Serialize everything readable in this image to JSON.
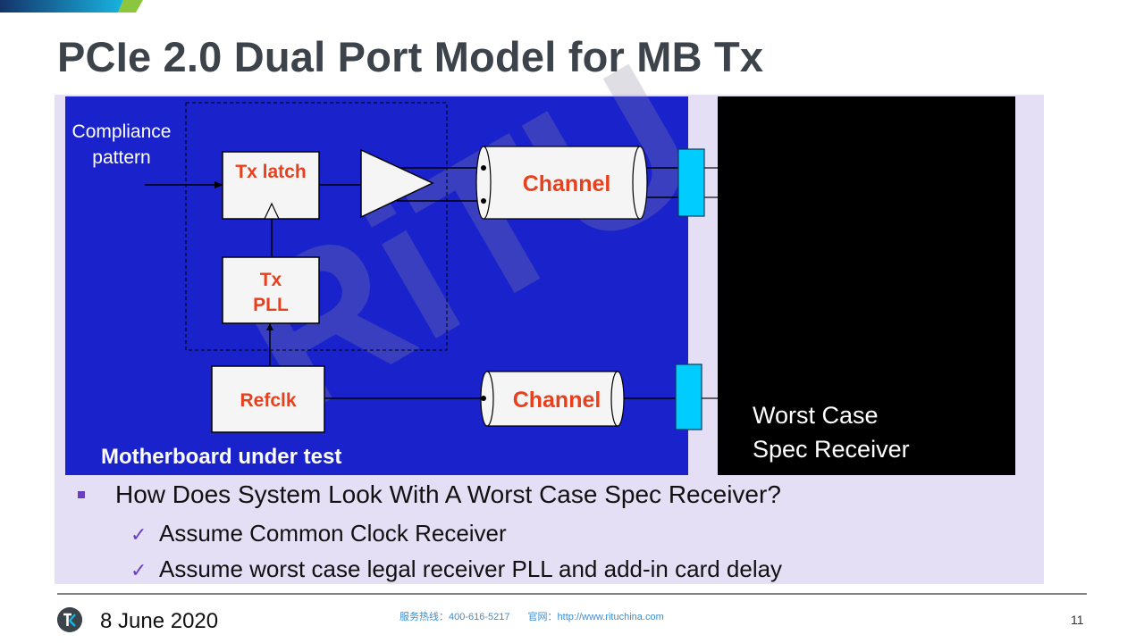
{
  "slide": {
    "title": "PCIe 2.0 Dual Port Model for MB Tx",
    "colors": {
      "board_blue": "#1a22cc",
      "receiver_black": "#000000",
      "connector_cyan": "#00ccff",
      "block_label_red": "#e8401c",
      "panel_lavender": "#e5dff6",
      "bullet_purple": "#6a3fbf",
      "footer_link_blue": "#3b8fd0"
    }
  },
  "diagram": {
    "input_label_line1": "Compliance",
    "input_label_line2": "pattern",
    "tx_latch": "Tx latch",
    "tx_pll_line1": "Tx",
    "tx_pll_line2": "PLL",
    "refclk": "Refclk",
    "channel_data": "Channel",
    "channel_clock": "Channel",
    "board_label": "Motherboard under test",
    "receiver_line1": "Worst Case",
    "receiver_line2": "Spec Receiver",
    "watermark": "RiTU"
  },
  "bullets": {
    "main": "How Does System Look With A Worst Case Spec Receiver?",
    "check_mark": "✓",
    "sub": [
      "Assume Common Clock Receiver",
      "Assume worst case legal receiver PLL and add-in card delay"
    ]
  },
  "footer": {
    "date": "8 June 2020",
    "hotline": "服务热线：400-616-5217",
    "website": "官网：http://www.rituchina.com",
    "page_number": "11"
  }
}
